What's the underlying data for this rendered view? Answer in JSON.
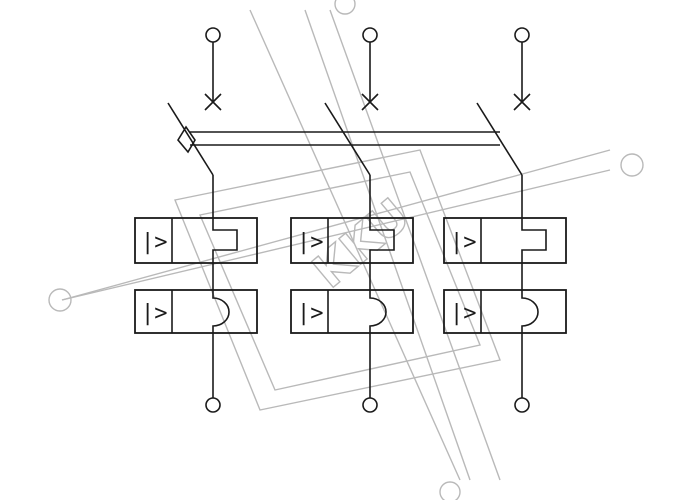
{
  "diagram": {
    "type": "three-pole circuit breaker schematic",
    "pole_count": 3,
    "relay_symbol": "|>",
    "watermark_text": "KKU",
    "colors": {
      "line": "#1a1a1a",
      "watermark": "#b9b9b9",
      "background": "#ffffff"
    },
    "icons": {
      "terminal": "circle-terminal-icon",
      "contact": "x-contact-icon",
      "thermal": "thermal-trip-icon",
      "magnetic": "magnetic-trip-icon",
      "mechanical_link": "mechanical-link-icon"
    }
  }
}
